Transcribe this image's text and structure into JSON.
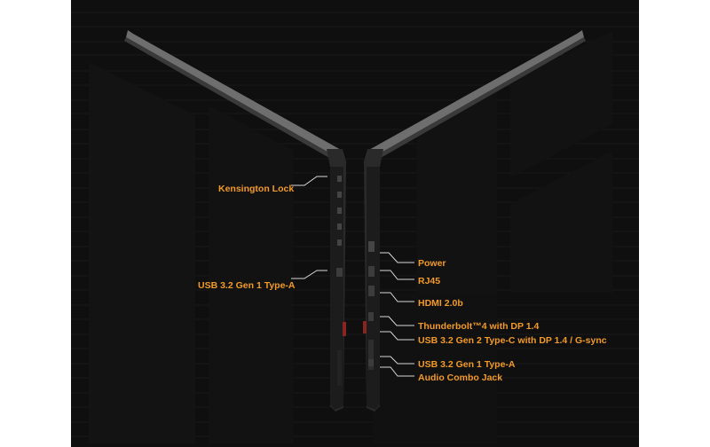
{
  "accent_color": "#f29a2a",
  "left_side_ports": [
    {
      "id": "kensington",
      "label": "Kensington Lock"
    },
    {
      "id": "usb-a-left",
      "label": "USB 3.2 Gen 1 Type-A"
    }
  ],
  "right_side_ports": [
    {
      "id": "power",
      "label": "Power"
    },
    {
      "id": "rj45",
      "label": "RJ45"
    },
    {
      "id": "hdmi",
      "label": "HDMI 2.0b"
    },
    {
      "id": "thunderbolt",
      "label": "Thunderbolt™4 with DP 1.4"
    },
    {
      "id": "usb-c",
      "label": "USB 3.2 Gen 2 Type-C with DP 1.4 / G-sync"
    },
    {
      "id": "usb-a-right",
      "label": "USB 3.2 Gen 1 Type-A"
    },
    {
      "id": "audio",
      "label": "Audio Combo Jack"
    }
  ]
}
